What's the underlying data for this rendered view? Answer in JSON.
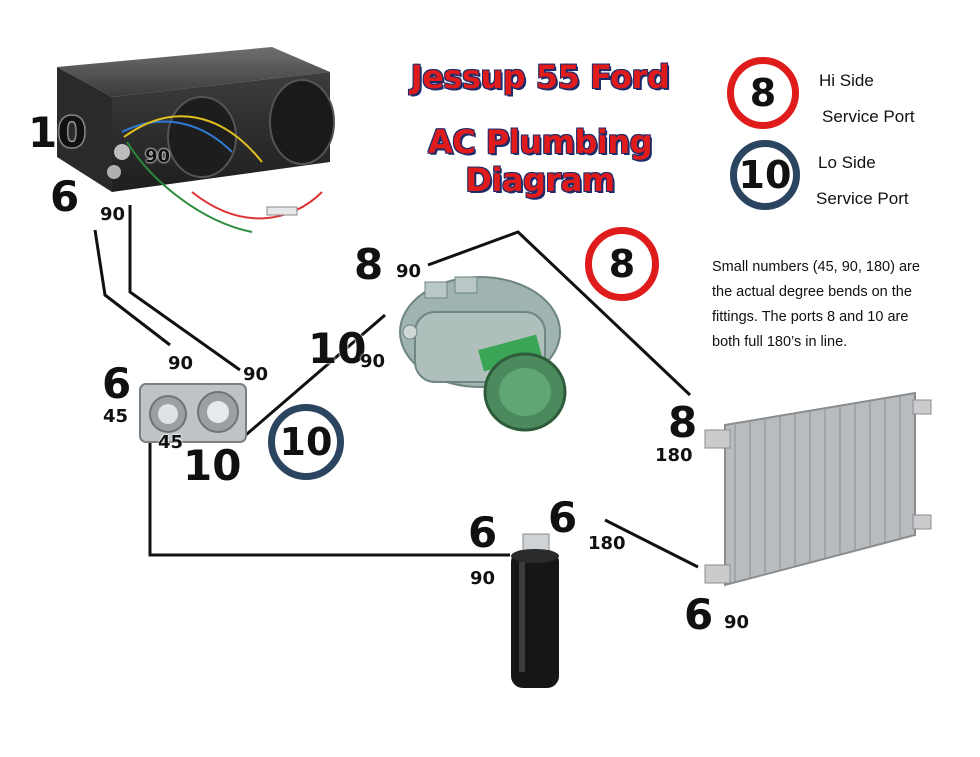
{
  "title": {
    "line1": "Jessup 55 Ford",
    "line2": "AC Plumbing Diagram"
  },
  "legend": {
    "hi": {
      "number": "8",
      "label_line1": "Hi Side",
      "label_line2": "Service Port",
      "ring_color": "#e01b1b"
    },
    "lo": {
      "number": "10",
      "label_line1": "Lo Side",
      "label_line2": "Service Port",
      "ring_color": "#2b4460"
    }
  },
  "note": "Small numbers (45, 90, 180) are the actual degree bends on the fittings. The ports 8 and 10 are both full 180’s in line.",
  "components": {
    "evaporator": {
      "ports": {
        "big_top": "10",
        "big_bottom": "6",
        "small_bottom": "90",
        "small_right": "90"
      }
    },
    "expansion_block": {
      "ports": {
        "big_top": "6",
        "small_left": "45",
        "small_bottom": "45",
        "big_bottom": "10",
        "small_top_left": "90",
        "small_top_right": "90"
      }
    },
    "compressor": {
      "ports": {
        "big_discharge": "8",
        "small_discharge": "90",
        "big_suction": "10",
        "small_suction": "90"
      }
    },
    "condenser": {
      "ports": {
        "big_top": "8",
        "small_top": "180",
        "big_bottom": "6",
        "small_bottom": "90"
      }
    },
    "drier": {
      "ports": {
        "big_left": "6",
        "small_left": "90",
        "big_right": "6",
        "small_right": "180"
      }
    }
  },
  "service_badges": {
    "hi": "8",
    "lo": "10"
  }
}
